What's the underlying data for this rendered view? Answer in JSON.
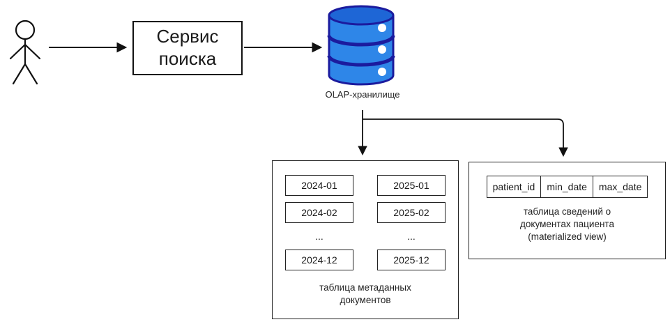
{
  "service_box": {
    "label": "Сервис поиска"
  },
  "olap": {
    "label": "OLAP-хранилище"
  },
  "metadata_table": {
    "cells": [
      [
        "2024-01",
        "2025-01"
      ],
      [
        "2024-02",
        "2025-02"
      ],
      [
        "...",
        "..."
      ],
      [
        "2024-12",
        "2025-12"
      ]
    ],
    "caption": "таблица метаданных документов"
  },
  "patient_table": {
    "columns": [
      "patient_id",
      "min_date",
      "max_date"
    ],
    "caption": "таблица сведений о документах пациента (materialized view)"
  },
  "colors": {
    "db_body": "#2e86e8",
    "db_top": "#1e66d6",
    "db_outline": "#1b1b9e",
    "line": "#111111"
  }
}
